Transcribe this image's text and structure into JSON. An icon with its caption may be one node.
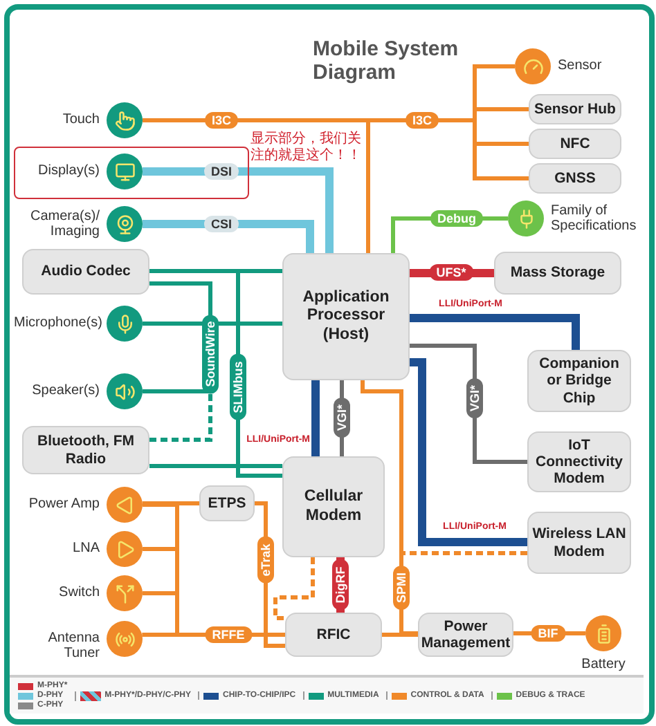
{
  "diagram": {
    "title": "Mobile System Diagram",
    "nodes": [
      {
        "text": [],
        "shape": "circle",
        "beside": [
          "Touch"
        ]
      },
      {
        "text": [],
        "shape": "circle",
        "beside": [
          "Display(s)"
        ]
      },
      {
        "text": [],
        "shape": "circle",
        "beside": [
          "Camera(s)/ Imaging"
        ]
      },
      {
        "text": [
          "Audio Codec"
        ]
      },
      {
        "text": [],
        "shape": "circle",
        "beside": [
          "Microphone(s)"
        ]
      },
      {
        "text": [],
        "shape": "circle",
        "beside": [
          "Speaker(s)"
        ]
      },
      {
        "text": [
          "Bluetooth, FM Radio"
        ]
      },
      {
        "text": [
          "Application Processor (Host)"
        ]
      },
      {
        "text": [],
        "shape": "circle",
        "beside": [
          "Sensor"
        ]
      },
      {
        "text": [
          "Sensor Hub"
        ]
      },
      {
        "text": [
          "NFC"
        ]
      },
      {
        "text": [
          "GNSS"
        ]
      },
      {
        "text": [],
        "shape": "circle",
        "beside": [
          "Family of Specifications"
        ]
      },
      {
        "text": [
          "Mass Storage"
        ]
      },
      {
        "text": [
          "Companion or Bridge Chip"
        ]
      },
      {
        "text": [
          "IoT Connectivity Modem"
        ]
      },
      {
        "text": [
          "Cellular Modem"
        ]
      },
      {
        "text": [
          "ETPS"
        ]
      },
      {
        "text": [],
        "shape": "circle",
        "beside": [
          "Power Amp"
        ]
      },
      {
        "text": [],
        "shape": "circle",
        "beside": [
          "LNA"
        ]
      },
      {
        "text": [],
        "shape": "circle",
        "beside": [
          "Switch"
        ]
      },
      {
        "text": [],
        "shape": "circle",
        "beside": [
          "Antenna Tuner"
        ]
      },
      {
        "text": [
          "RFIC"
        ]
      },
      {
        "text": [
          "Wireless LAN Modem"
        ]
      },
      {
        "text": [
          "Power Management"
        ]
      },
      {
        "text": [],
        "shape": "circle",
        "beside": [
          "Battery"
        ]
      }
    ],
    "edges": [
      {
        "from": 0,
        "to": 7,
        "arrow": "none",
        "label": "I3C"
      },
      {
        "from": 7,
        "to": 8,
        "arrow": "none",
        "label": "I3C"
      },
      {
        "from": 7,
        "to": 9,
        "arrow": "none"
      },
      {
        "from": 7,
        "to": 10,
        "arrow": "none"
      },
      {
        "from": 7,
        "to": 11,
        "arrow": "none"
      },
      {
        "from": 1,
        "to": 7,
        "arrow": "none",
        "label": "DSI",
        "style": "thick",
        "color": "#6fc6dc"
      },
      {
        "from": 2,
        "to": 7,
        "arrow": "none",
        "label": "CSI",
        "style": "thick",
        "color": "#6fc6dc"
      },
      {
        "from": 3,
        "to": 7,
        "arrow": "none",
        "color": "#129a7f"
      },
      {
        "from": 4,
        "to": 7,
        "arrow": "none",
        "color": "#129a7f"
      },
      {
        "from": 5,
        "to": 3,
        "arrow": "none",
        "label": "SoundWire",
        "color": "#129a7f"
      },
      {
        "from": 3,
        "to": 16,
        "arrow": "none",
        "label": "SLIMbus",
        "color": "#129a7f"
      },
      {
        "from": 6,
        "to": 3,
        "arrow": "none",
        "style": "dashed",
        "color": "#129a7f"
      },
      {
        "from": 6,
        "to": 16,
        "arrow": "none",
        "color": "#129a7f"
      },
      {
        "from": 7,
        "to": 12,
        "arrow": "none",
        "label": "Debug",
        "color": "#6cc24a"
      },
      {
        "from": 7,
        "to": 13,
        "arrow": "none",
        "label": "UFS*",
        "style": "thick",
        "color": "#d0303a"
      },
      {
        "from": 7,
        "to": 14,
        "arrow": "none",
        "label": "LLI/UniPort-M",
        "style": "thick",
        "color": "#1d4f91"
      },
      {
        "from": 7,
        "to": 15,
        "arrow": "none",
        "label": "VGI*",
        "color": "#6d6d6d"
      },
      {
        "from": 7,
        "to": 16,
        "arrow": "none",
        "label": "LLI/UniPort-M",
        "style": "thick",
        "color": "#1d4f91"
      },
      {
        "from": 7,
        "to": 16,
        "arrow": "none",
        "label": "VGI*",
        "color": "#6d6d6d"
      },
      {
        "from": 7,
        "to": 23,
        "arrow": "none",
        "label": "LLI/UniPort-M",
        "style": "thick",
        "color": "#1d4f91"
      },
      {
        "from": 7,
        "to": 24,
        "arrow": "none",
        "label": "SPMI"
      },
      {
        "from": 23,
        "to": 24,
        "arrow": "none",
        "style": "dashed"
      },
      {
        "from": 16,
        "to": 22,
        "arrow": "none",
        "label": "DigRF",
        "style": "thick",
        "color": "#d0303a"
      },
      {
        "from": 16,
        "to": 22,
        "arrow": "none",
        "style": "dashed"
      },
      {
        "from": 17,
        "to": 22,
        "arrow": "none",
        "label": "eTrak"
      },
      {
        "from": 18,
        "to": 17,
        "arrow": "none"
      },
      {
        "from": 18,
        "to": 22,
        "arrow": "none"
      },
      {
        "from": 19,
        "to": 22,
        "arrow": "none"
      },
      {
        "from": 20,
        "to": 22,
        "arrow": "none"
      },
      {
        "from": 21,
        "to": 22,
        "arrow": "none",
        "label": "RFFE"
      },
      {
        "from": 22,
        "to": 24,
        "arrow": "none"
      },
      {
        "from": 24,
        "to": 25,
        "arrow": "none",
        "label": "BIF"
      }
    ],
    "labels": [
      "显示部分，我们关注的就是这个！！"
    ],
    "legend": [
      {
        "text": "M-PHY*",
        "color": "#d0303a"
      },
      {
        "text": "D-PHY",
        "color": "#6fc6dc"
      },
      {
        "text": "C-PHY",
        "color": "#8a8a8a"
      },
      {
        "text": "M-PHY*/D-PHY/C-PHY"
      },
      {
        "text": "CHIP-TO-CHIP/IPC",
        "color": "#1d4f91"
      },
      {
        "text": "MULTIMEDIA",
        "color": "#129a7f"
      },
      {
        "text": "CONTROL & DATA",
        "color": "#f0892a"
      },
      {
        "text": "DEBUG & TRACE",
        "color": "#6cc24a"
      }
    ]
  }
}
